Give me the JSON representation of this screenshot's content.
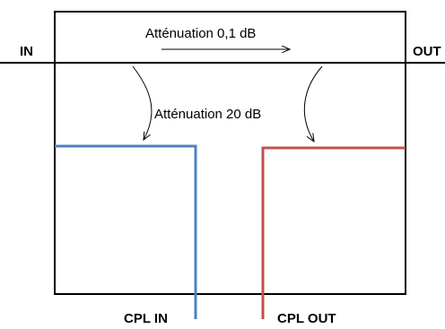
{
  "labels": {
    "port_in": "IN",
    "port_out": "OUT",
    "attenuation_through": "Atténuation 0,1 dB",
    "attenuation_coupled": "Atténuation 20 dB",
    "coupled_in": "CPL IN",
    "coupled_out": "CPL OUT"
  },
  "colors": {
    "outline": "#000000",
    "coupled_in_line": "#4f81bd",
    "coupled_out_line": "#c0504d",
    "background": "#ffffff"
  }
}
